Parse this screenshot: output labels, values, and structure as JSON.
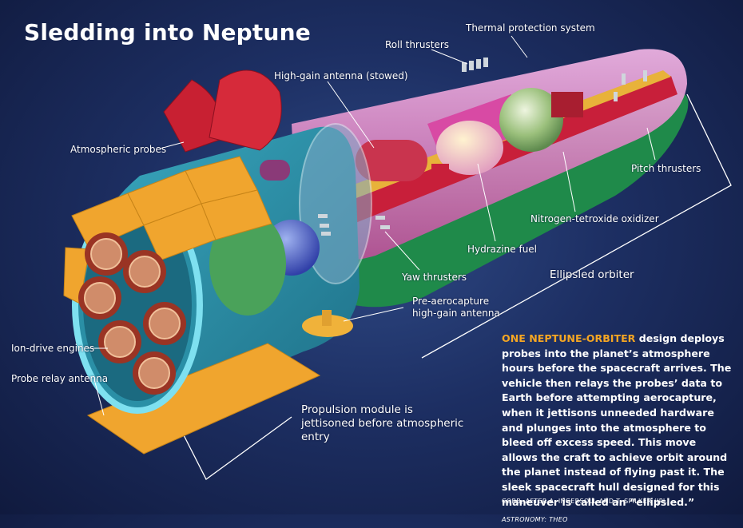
{
  "title": "Sledding into Neptune",
  "labels": {
    "thermal_protection": "Thermal protection system",
    "roll_thrusters": "Roll thrusters",
    "high_gain_antenna_stowed": "High-gain antenna (stowed)",
    "atmospheric_probes": "Atmospheric probes",
    "pitch_thrusters": "Pitch thrusters",
    "nitrogen_tetroxide": "Nitrogen-tetroxide oxidizer",
    "hydrazine_fuel": "Hydrazine fuel",
    "yaw_thrusters": "Yaw thrusters",
    "ellipsled_orbiter": "Ellipsled orbiter",
    "pre_aerocapture_antenna": "Pre-aerocapture high-gain antenna",
    "ion_drive_engines": "Ion-drive engines",
    "probe_relay_antenna": "Probe relay antenna",
    "propulsion_module": "Propulsion module is jettisoned before atmospheric entry"
  },
  "caption": {
    "headline": "ONE NEPTUNE-ORBITER",
    "body": " design deploys probes into the planet’s atmosphere hours before the spacecraft arrives. The vehicle then relays the probes’ data to Earth before attempting aerocapture, when it jettisons unneeded hardware and plunges into the atmosphere to bleed off excess speed. This move allows the craft to achieve orbit around the planet instead of flying past it. The sleek spacecraft hull designed for this maneuver is called an “ellipsled.”",
    "credit_line1": " ASTRONOMY: THEO",
    "credit_line2": "COBB, AFTER A. INGERSOLL AND T. SPILKER (JPL)"
  },
  "colors": {
    "hull_outer": "#b03f86",
    "hull_inner": "#e48fcf",
    "propulsion_body": "#2e9bb0",
    "solar_panel": "#f0a52e",
    "engine_nozzle": "#b9472e",
    "probe_red": "#cf2434",
    "caption_accent": "#f5a623"
  }
}
